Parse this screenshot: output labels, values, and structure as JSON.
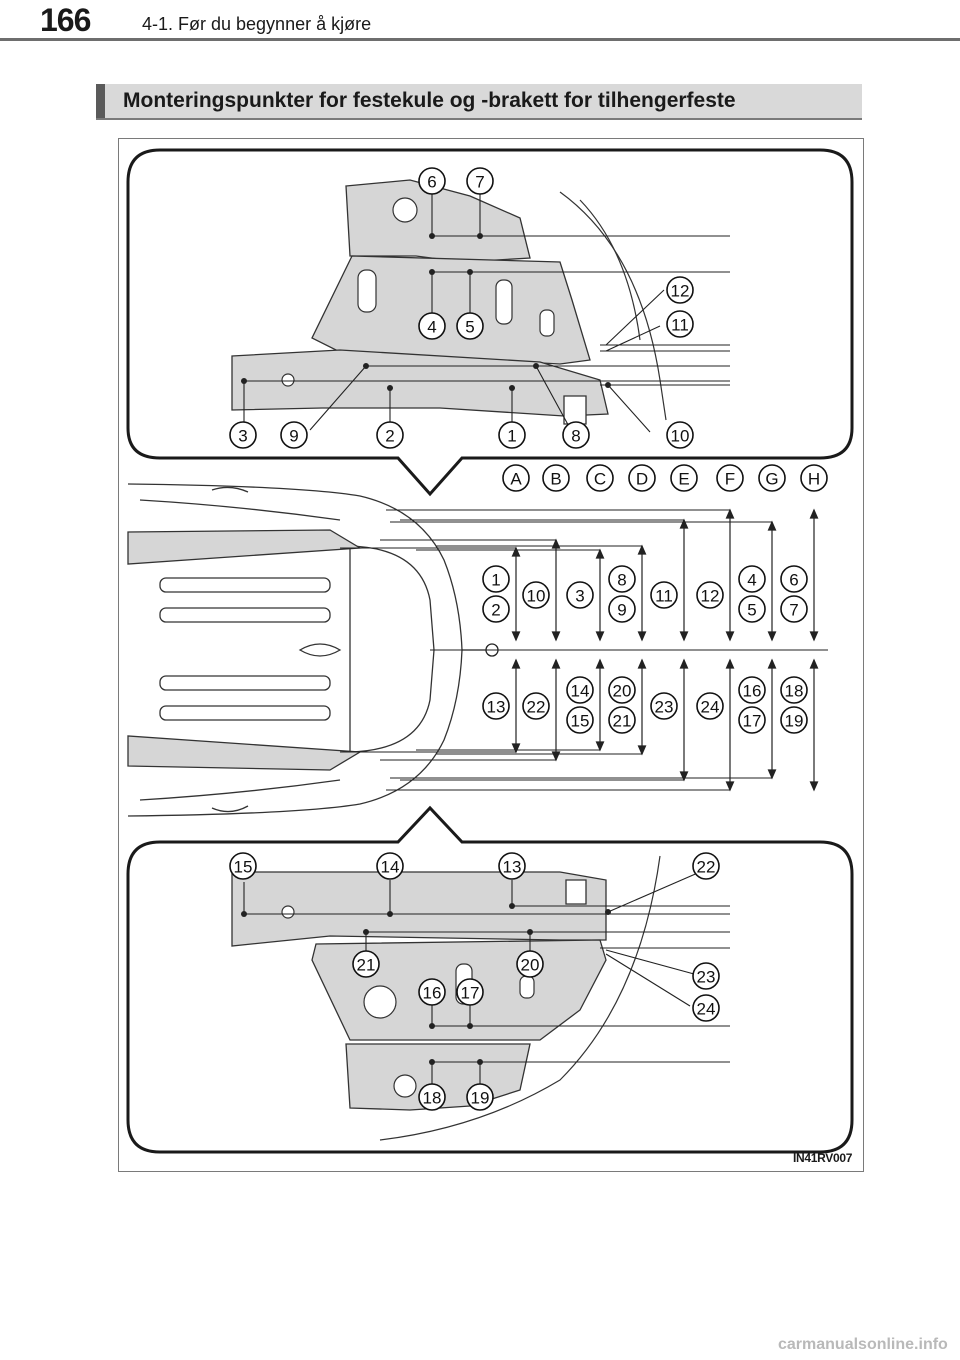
{
  "header": {
    "page_number": "166",
    "chapter": "4-1. Før du begynner å kjøre"
  },
  "section": {
    "title": "Monteringspunkter for festekule og -brakett for tilhengerfeste"
  },
  "figure": {
    "code": "IN41RV007",
    "top_callouts": [
      "6",
      "7",
      "4",
      "5",
      "12",
      "11",
      "3",
      "9",
      "2",
      "1",
      "8",
      "10"
    ],
    "letters": [
      "A",
      "B",
      "C",
      "D",
      "E",
      "F",
      "G",
      "H"
    ],
    "upper_pairs": [
      [
        "1",
        "2"
      ],
      [
        "10"
      ],
      [
        "3"
      ],
      [
        "8",
        "9"
      ],
      [
        "11"
      ],
      [
        "12"
      ],
      [
        "4",
        "5"
      ],
      [
        "6",
        "7"
      ]
    ],
    "lower_pairs": [
      [
        "13"
      ],
      [
        "22"
      ],
      [
        "14",
        "15"
      ],
      [
        "20",
        "21"
      ],
      [
        "23"
      ],
      [
        "24"
      ],
      [
        "16",
        "17"
      ],
      [
        "18",
        "19"
      ]
    ],
    "bottom_callouts": [
      "15",
      "14",
      "13",
      "22",
      "21",
      "20",
      "23",
      "16",
      "17",
      "24",
      "18",
      "19"
    ]
  },
  "footer": {
    "watermark": "carmanualsonline.info"
  }
}
